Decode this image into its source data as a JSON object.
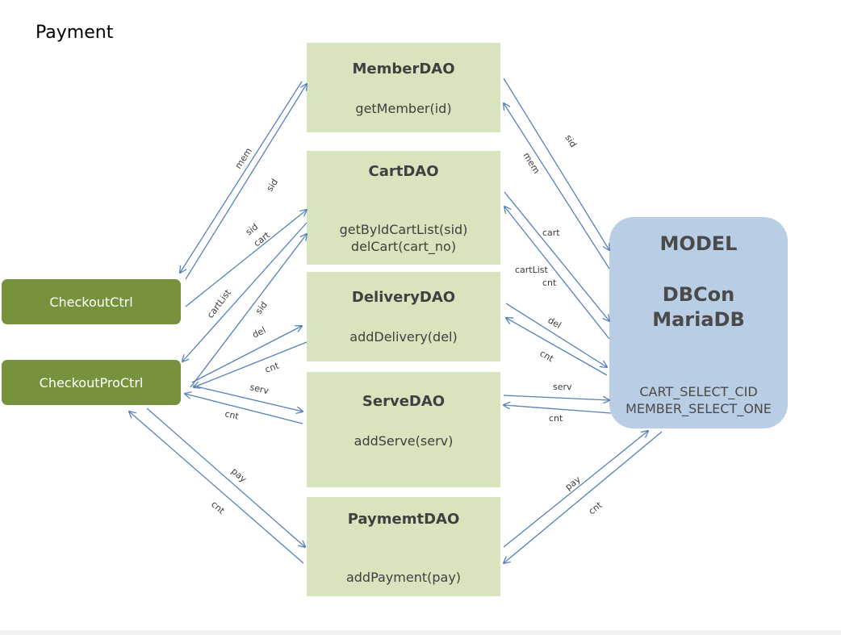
{
  "title": "Payment",
  "controllers": {
    "checkout": "CheckoutCtrl",
    "checkout_pro": "CheckoutProCtrl"
  },
  "daos": {
    "member": {
      "name": "MemberDAO",
      "methods": [
        "getMember(id)"
      ]
    },
    "cart": {
      "name": "CartDAO",
      "methods": [
        "getByIdCartList(sid)",
        "delCart(cart_no)"
      ]
    },
    "delivery": {
      "name": "DeliveryDAO",
      "methods": [
        "addDelivery(del)"
      ]
    },
    "serve": {
      "name": "ServeDAO",
      "methods": [
        "addServe(serv)"
      ]
    },
    "payment": {
      "name": "PaymemtDAO",
      "methods": [
        "addPayment(pay)"
      ]
    }
  },
  "model": {
    "title": "MODEL",
    "db_lines": [
      "DBCon",
      "MariaDB"
    ],
    "queries": [
      "CART_SELECT_CID",
      "MEMBER_SELECT_ONE"
    ]
  },
  "arrow_labels": {
    "ctrl_member_out": "sid",
    "ctrl_member_in": "mem",
    "ctrl_cart_out": "sid",
    "ctrl_cart_ret": "cart",
    "pro_cart_out": "sid",
    "pro_cart_in": "cartList",
    "pro_delivery_out": "del",
    "pro_delivery_in": "cnt",
    "pro_serve_out": "serv",
    "pro_serve_in": "cnt",
    "pro_payment_out": "pay",
    "pro_payment_in": "cnt",
    "member_model_out": "sid",
    "member_model_in": "mem",
    "cart_model_out": "cart",
    "cart_model_in_1": "cartList",
    "cart_model_in_2": "cnt",
    "delivery_model_out": "del",
    "delivery_model_in": "cnt",
    "serve_model_out": "serv",
    "serve_model_in": "cnt",
    "payment_model_out": "pay",
    "payment_model_in": "cnt"
  }
}
